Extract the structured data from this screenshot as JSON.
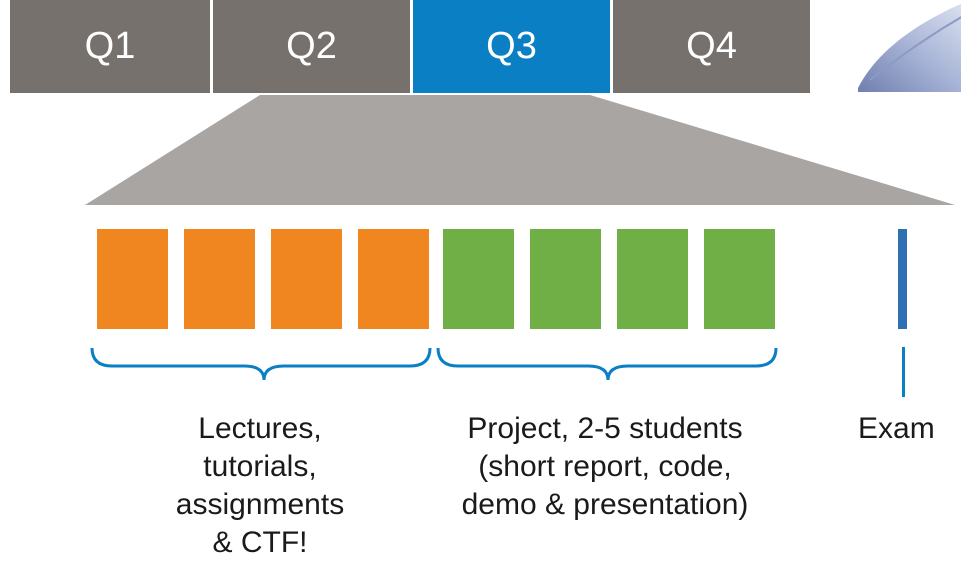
{
  "quarters": [
    {
      "label": "Q1",
      "active": false
    },
    {
      "label": "Q2",
      "active": false
    },
    {
      "label": "Q3",
      "active": true
    },
    {
      "label": "Q4",
      "active": false
    }
  ],
  "colors": {
    "quarter_gray": "#76716c",
    "quarter_active": "#0a7fc4",
    "zoom_wedge": "#a8a5a3",
    "lectures_block": "#f0861f",
    "project_block": "#6faf46",
    "exam_block": "#2f6fb4",
    "brace": "#0a7fc4"
  },
  "phases": {
    "lectures": {
      "weeks": 4,
      "label_lines": [
        "Lectures,",
        "tutorials,",
        "assignments",
        "& CTF!"
      ]
    },
    "project": {
      "weeks": 4,
      "label_lines": [
        "Project, 2-5 students",
        "(short report, code,",
        "demo & presentation)"
      ]
    },
    "exam": {
      "label": "Exam"
    }
  }
}
